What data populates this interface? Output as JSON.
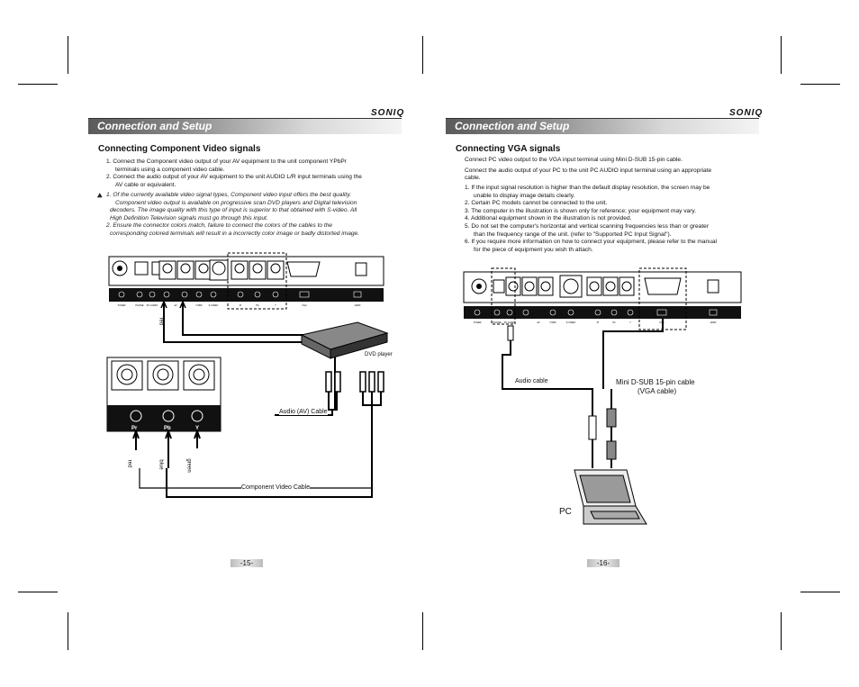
{
  "brand": "SONIQ",
  "header_title": "Connection and Setup",
  "left": {
    "section_title": "Connecting Component Video signals",
    "steps": [
      "1. Connect the Component video output of your AV equipment to the unit component YPbPr",
      "terminals using a component video cable.",
      "2. Connect the audio output of your AV equipment to the unit AUDIO L/R input terminals using the",
      "AV cable or equivalent."
    ],
    "notes": [
      "1.  Of the currently available video signal types, Component video input offers the best quality.",
      "Component  video output is available on progressive scan DVD players and Digital television",
      "decoders. The image quality with this type of input is superior to that obtained with S-video. All",
      "High Definition Television signals must go through this input.",
      "2. Ensure the connector colors match, failure to connect the colors of the cables to the",
      "corresponding colored terminals will result in a incorrectly color  image or badly distorted image."
    ],
    "labels": {
      "dvd_player": "DVD player",
      "audio_cable": "Audio (AV) Cable",
      "component_cable": "Component Video Cable",
      "red": "red",
      "blue": "blue",
      "green": "green",
      "pr": "Pr",
      "pb": "Pb",
      "y": "Y"
    },
    "page_number": "-15-"
  },
  "right": {
    "section_title": "Connecting VGA signals",
    "intro": [
      "Connect PC video output to the VGA input terminal using Mini D-SUB 15-pin cable.",
      "Connect the audio output of your PC to the unit PC AUDIO input terminal using an appropriate",
      "cable."
    ],
    "steps": [
      "1. If the input signal resolution is higher than the default display resolution, the screen may be",
      "unable to display image details clearly.",
      "2. Certain PC models cannot be connected to the unit.",
      "3. The computer in the illustration is shown only for reference; your equipment may vary.",
      "4. Additional equipment shown in the illustration is not provided.",
      "5. Do not set the computer's horizontal and vertical scanning frequencies less than or greater",
      "than the frequency range of the unit. (refer to \"Supported PC Input Signal\").",
      "6. If you require more information on how to connect your equipment, please refer to the manual",
      "for the piece of equipment you wish th attach."
    ],
    "labels": {
      "audio_cable": "Audio cable",
      "vga_cable_1": "Mini D-SUB 15-pin cable",
      "vga_cable_2": "(VGA cable)",
      "pc": "PC"
    },
    "page_number": "-16-"
  },
  "panel_labels": [
    "TUNER",
    "PHONE",
    "PC AUDIO",
    "AV",
    "CVBS",
    "S-VIDEO",
    "Pr",
    "Pb",
    "Y",
    "VGA",
    "HDMI"
  ]
}
